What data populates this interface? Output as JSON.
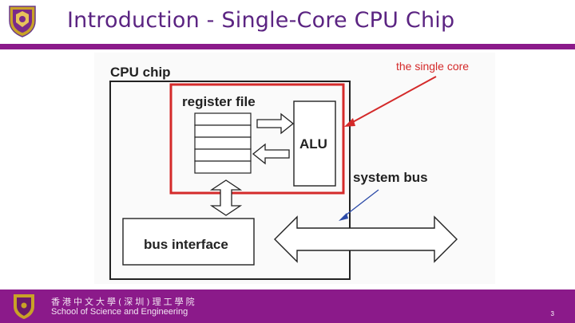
{
  "header": {
    "title": "Introduction - Single-Core CPU Chip"
  },
  "diagram": {
    "chip_label": "CPU chip",
    "register_file_label": "register file",
    "alu_label": "ALU",
    "system_bus_label": "system bus",
    "bus_interface_label": "bus interface",
    "annotation_label": "the single core",
    "register_rows": 5,
    "colors": {
      "highlight": "#d42a2a",
      "annotation": "#d42a2a",
      "outline": "#222222",
      "title": "#5b2482",
      "band": "#8b1a8a"
    }
  },
  "footer": {
    "school_cn": "香港中文大學(深圳)理工學院",
    "school_en": "School of Science and Engineering",
    "page_number": "3"
  }
}
